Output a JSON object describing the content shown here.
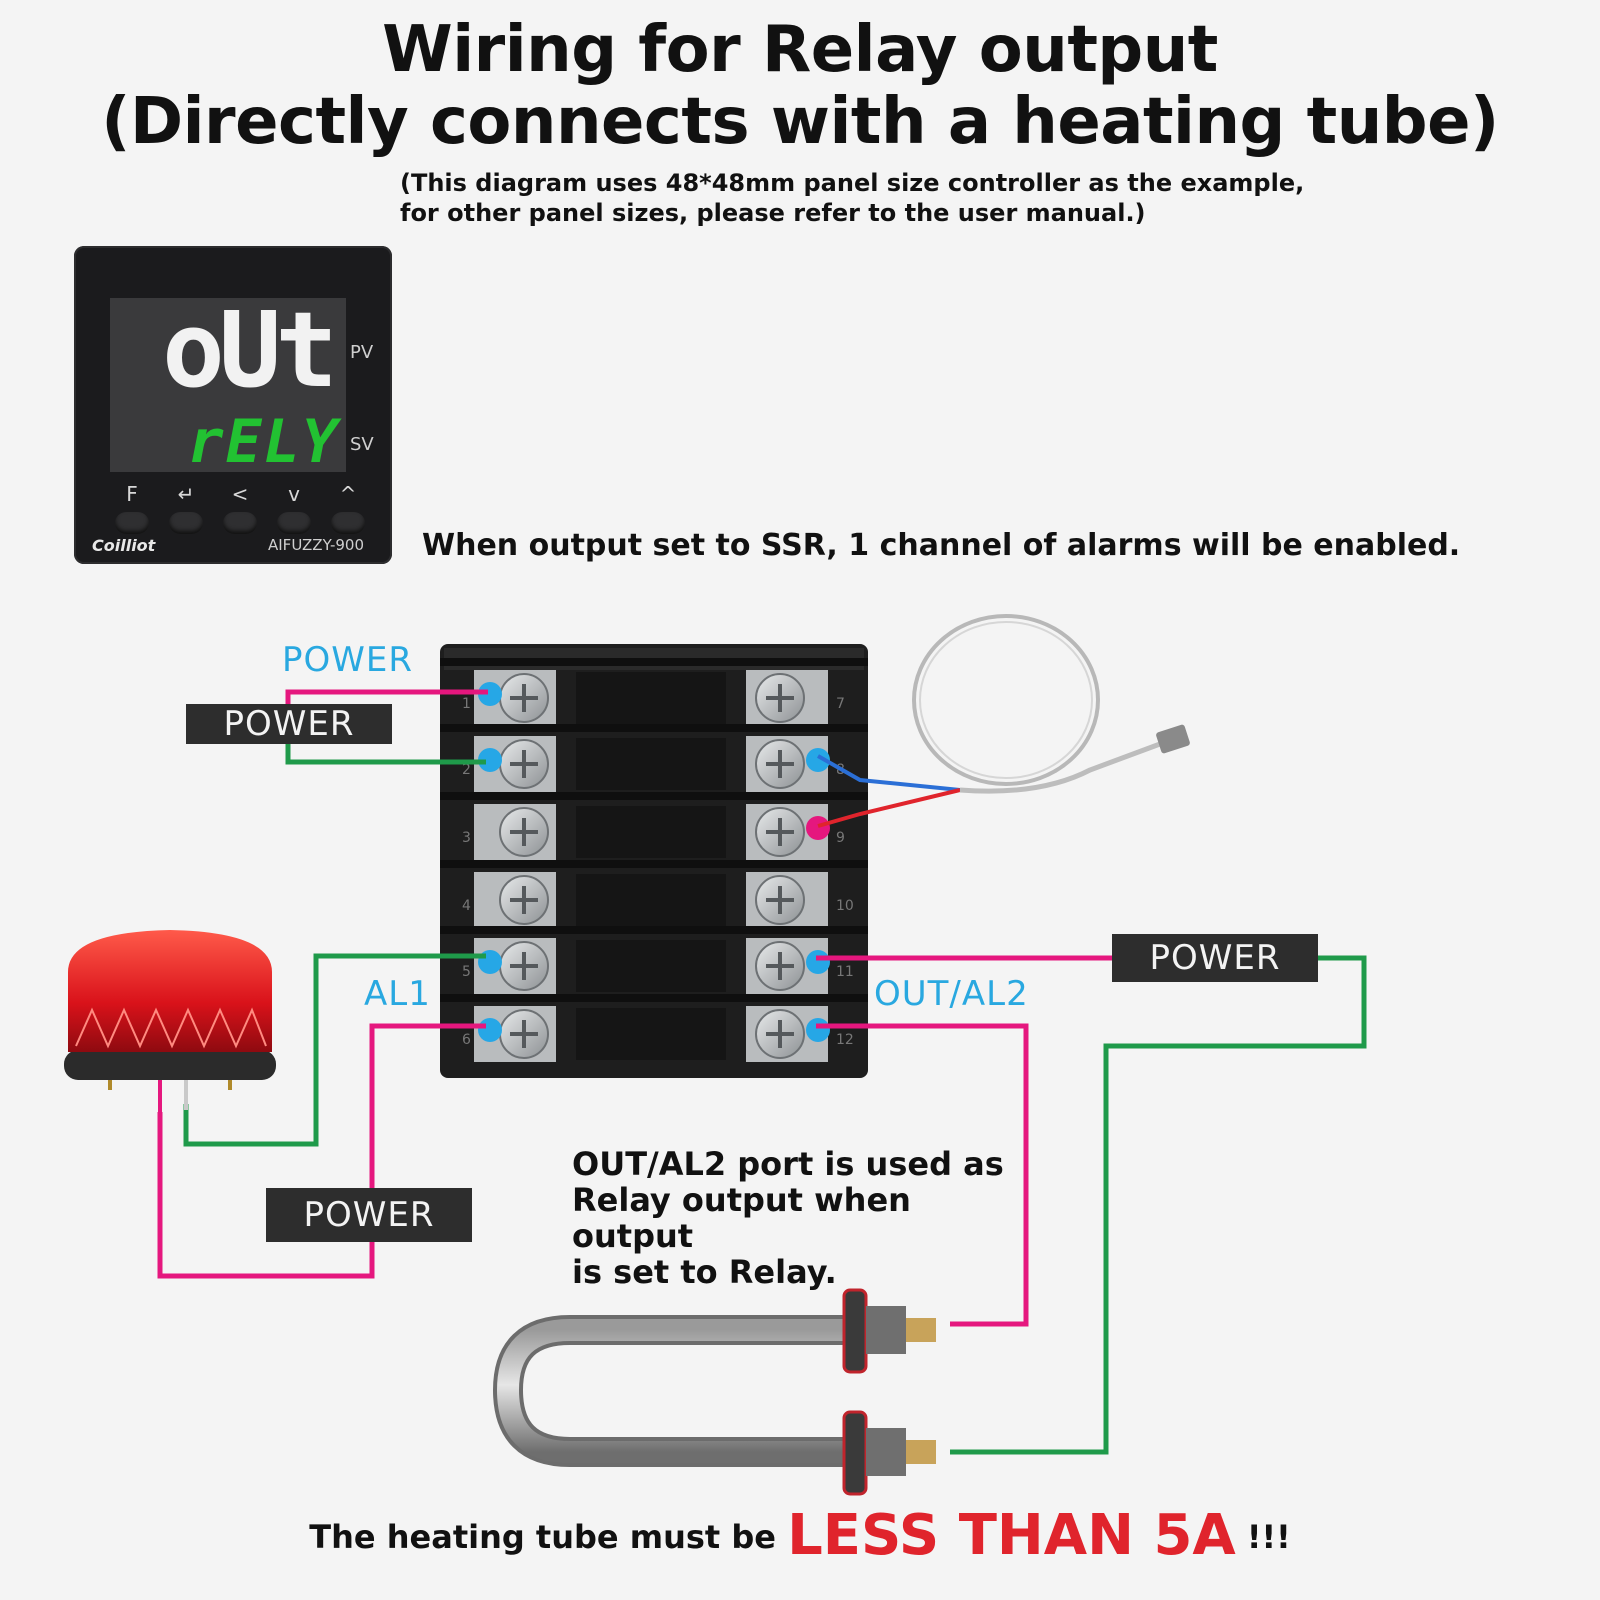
{
  "header": {
    "title_line1": "Wiring for Relay output",
    "title_line2": "(Directly connects with a heating tube)",
    "subtitle_line1": "(This diagram uses 48*48mm panel size controller as the example,",
    "subtitle_line2": "for other panel sizes, please refer to the user manual.)"
  },
  "controller": {
    "pv_value": "oUt",
    "sv_value": "rELY",
    "pv_label": "PV",
    "sv_label": "SV",
    "keys": [
      "F",
      "↵",
      "<",
      "v",
      "^"
    ],
    "brand": "Coilliot",
    "model": "AIFUZZY-900"
  },
  "notes": {
    "ssr": "When output set to SSR, 1 channel of alarms will be enabled.",
    "relay_line1": "OUT/AL2 port is used as",
    "relay_line2": "Relay output when output",
    "relay_line3": "is set to Relay."
  },
  "labels": {
    "power_blue": "POWER",
    "power_top": "POWER",
    "al1": "AL1",
    "out_al2": "OUT/AL2",
    "power_right": "POWER",
    "power_bottom": "POWER"
  },
  "terminals": {
    "left": [
      "1",
      "2",
      "3",
      "4",
      "5",
      "6"
    ],
    "right": [
      "7",
      "8",
      "9",
      "10",
      "11",
      "12"
    ]
  },
  "warning": {
    "prefix": "The heating tube must be ",
    "emphasis": "LESS THAN 5A",
    "suffix": " !!!"
  },
  "colors": {
    "wire_pink": "#e5177e",
    "wire_green": "#1f9a4a",
    "terminal_dot": "#26a7e6",
    "label_blue": "#29a8e0",
    "warning_red": "#e0242c"
  }
}
